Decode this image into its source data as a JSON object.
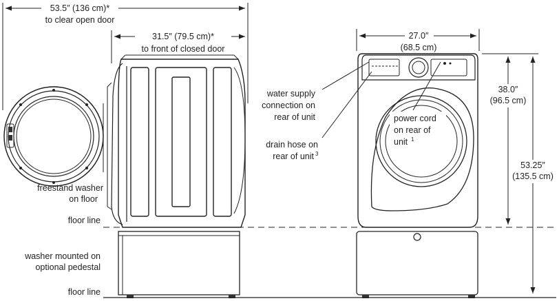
{
  "dimensions": {
    "open_door": {
      "value": "53.5″ (136 cm)*",
      "note": "to clear open door"
    },
    "closed_door": {
      "value": "31.5″ (79.5 cm)*",
      "note": "to front of closed door"
    },
    "width": {
      "inch": "27.0″",
      "cm": "(68.5 cm)"
    },
    "height_floor": {
      "inch": "38.0″",
      "cm": "(96.5 cm)"
    },
    "height_pedestal": {
      "inch": "53.25″",
      "cm": "(135.5 cm)"
    }
  },
  "callouts": {
    "water_supply": [
      "water supply",
      "connection on",
      "rear of unit"
    ],
    "drain_hose": {
      "line1": "drain hose on",
      "line2": "rear of unit",
      "sup": "3"
    },
    "power_cord": {
      "line1": "power cord",
      "line2": "on rear of",
      "line3": "unit",
      "sup": "1"
    }
  },
  "labels": {
    "freestand": [
      "freestand washer",
      "on floor"
    ],
    "floor_line": "floor line",
    "pedestal": [
      "washer mounted on",
      "optional pedestal"
    ],
    "floor_line_bottom": "floor line"
  }
}
